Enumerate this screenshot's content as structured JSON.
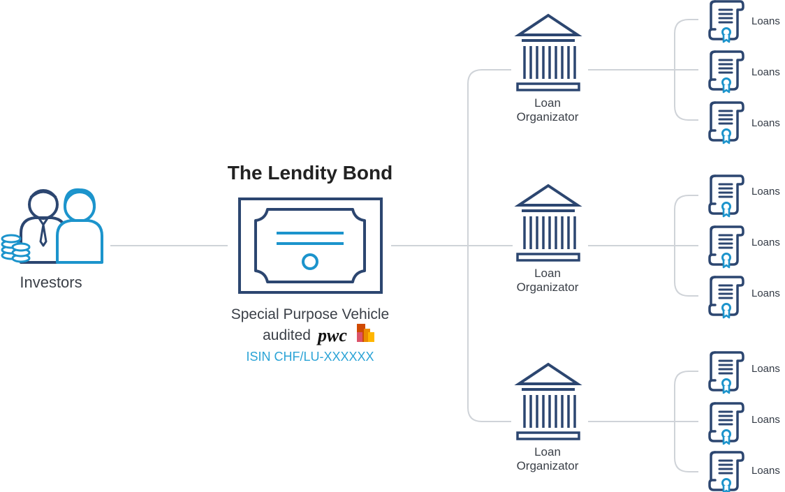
{
  "title": "The Lendity Bond",
  "investors": {
    "label": "Investors"
  },
  "bond": {
    "subtitle": "Special Purpose Vehicle",
    "audited_label": "audited",
    "auditor_logo_text": "pwc",
    "isin": "ISIN CHF/LU-XXXXXX"
  },
  "organizers": [
    {
      "label_line1": "Loan",
      "label_line2": "Organizator",
      "loans": [
        "Loans",
        "Loans",
        "Loans"
      ]
    },
    {
      "label_line1": "Loan",
      "label_line2": "Organizator",
      "loans": [
        "Loans",
        "Loans",
        "Loans"
      ]
    },
    {
      "label_line1": "Loan",
      "label_line2": "Organizator",
      "loans": [
        "Loans",
        "Loans",
        "Loans"
      ]
    }
  ],
  "colors": {
    "navy": "#2c4670",
    "accent_blue": "#1c94cc",
    "connector": "#cfd3d8",
    "isin_text": "#2aa3d6"
  },
  "icons": {
    "investors": "investors-icon",
    "coins": "coins-icon",
    "bond": "bond-certificate-icon",
    "organizer": "bank-building-icon",
    "loan": "loan-document-icon",
    "logo": "pwc-logo-icon"
  }
}
